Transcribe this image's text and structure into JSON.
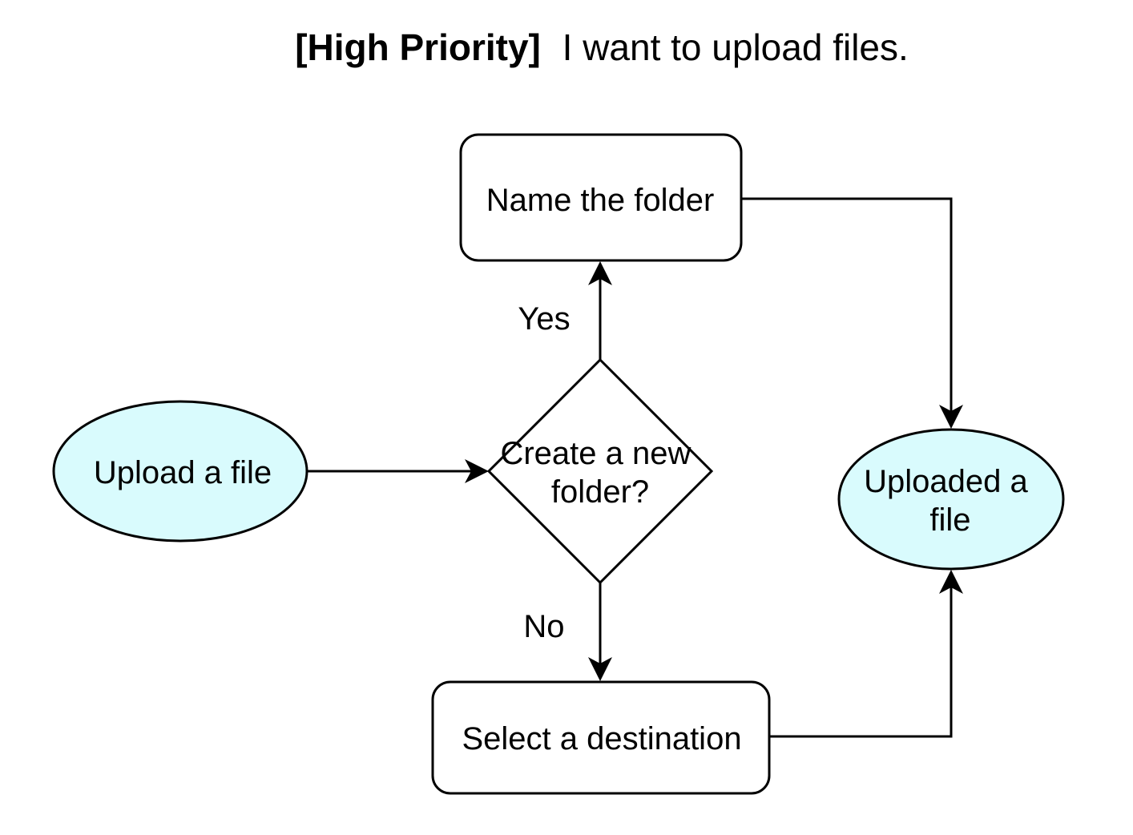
{
  "title": {
    "priority": "[High Priority]",
    "text": "I want to upload files."
  },
  "nodes": {
    "start": {
      "shape": "ellipse",
      "label": "Upload a file",
      "fill": "#d9fbfd"
    },
    "decision": {
      "shape": "diamond",
      "lines": [
        "Create a new",
        "folder?"
      ],
      "fill": "#ffffff"
    },
    "name_folder": {
      "shape": "rounded-rect",
      "label": "Name the folder",
      "fill": "#ffffff"
    },
    "select_destination": {
      "shape": "rounded-rect",
      "label": "Select a destination",
      "fill": "#ffffff"
    },
    "end": {
      "shape": "ellipse",
      "lines": [
        "Uploaded a",
        "file"
      ],
      "fill": "#d9fbfd"
    }
  },
  "edges": [
    {
      "from": "start",
      "to": "decision",
      "label": ""
    },
    {
      "from": "decision",
      "to": "name_folder",
      "label": "Yes"
    },
    {
      "from": "decision",
      "to": "select_destination",
      "label": "No"
    },
    {
      "from": "name_folder",
      "to": "end",
      "label": ""
    },
    {
      "from": "select_destination",
      "to": "end",
      "label": ""
    }
  ],
  "colors": {
    "stroke": "#000000",
    "terminal_fill": "#d9fbfd",
    "process_fill": "#ffffff"
  }
}
